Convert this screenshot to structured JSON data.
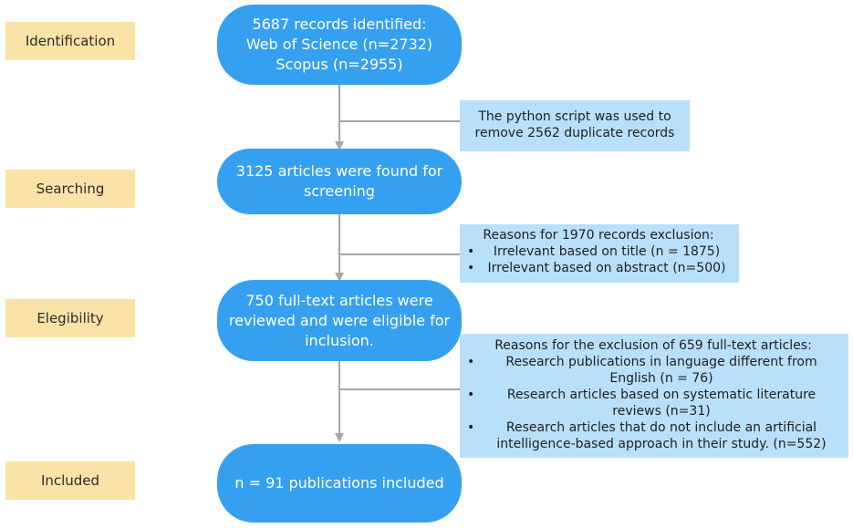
{
  "stages": {
    "identification": "Identification",
    "searching": "Searching",
    "elegibility": "Elegibility",
    "included": "Included"
  },
  "boxes": {
    "identified": {
      "line1": "5687 records identified:",
      "line2": "Web of Science (n=2732)",
      "line3": "Scopus (n=2955)"
    },
    "screening": {
      "line1": "3125 articles were found for",
      "line2": "screening"
    },
    "fulltext": {
      "line1": "750 full-text articles were",
      "line2": "reviewed and were eligible for",
      "line3": "inclusion."
    },
    "included": {
      "line1": "n = 91 publications included"
    }
  },
  "notes": {
    "duplicates": {
      "line1": "The python script was used to",
      "line2": "remove 2562 duplicate records"
    },
    "records_exclusion": {
      "heading": "Reasons for 1970 records exclusion:",
      "items": [
        "Irrelevant based on title (n = 1875)",
        "Irrelevant based on abstract (n=500)"
      ]
    },
    "fulltext_exclusion": {
      "heading": "Reasons for the exclusion of 659 full-text articles:",
      "items": [
        {
          "line1": "Research publications in language different from",
          "line2": "English (n = 76)"
        },
        {
          "line1": "Research articles based on systematic literature",
          "line2": "reviews (n=31)"
        },
        {
          "line1": "Research articles that do not include an artificial",
          "line2": "intelligence-based approach in their study. (n=552)"
        }
      ]
    }
  },
  "colors": {
    "stage_fill": "#fbe3a8",
    "pill_fill": "#36a0f0",
    "note_fill": "#b8e0fb",
    "connector": "#a6a6a6"
  }
}
